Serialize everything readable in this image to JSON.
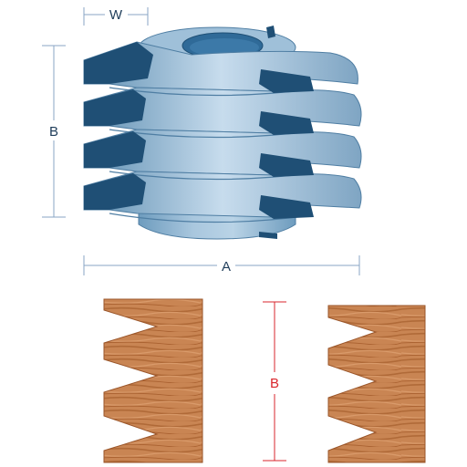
{
  "labels": {
    "width": "W",
    "height": "B",
    "diameter": "A",
    "joint_height": "B"
  },
  "colors": {
    "dimension_line": "#8aa6c4",
    "dimension_text": "#1f3d5a",
    "joint_dimension": "#d9262c",
    "cutter_body": "#8fb3cf",
    "cutter_highlight": "#c7dced",
    "cutter_shadow": "#5f8fb2",
    "carbide_tip": "#1f4f75",
    "wood_light": "#cf8d5c",
    "wood_dark": "#a8602f"
  },
  "icons": {
    "cutter": "finger-joint-cutter-icon",
    "wood_left": "wood-finger-joint-left-icon",
    "wood_right": "wood-finger-joint-right-icon"
  }
}
